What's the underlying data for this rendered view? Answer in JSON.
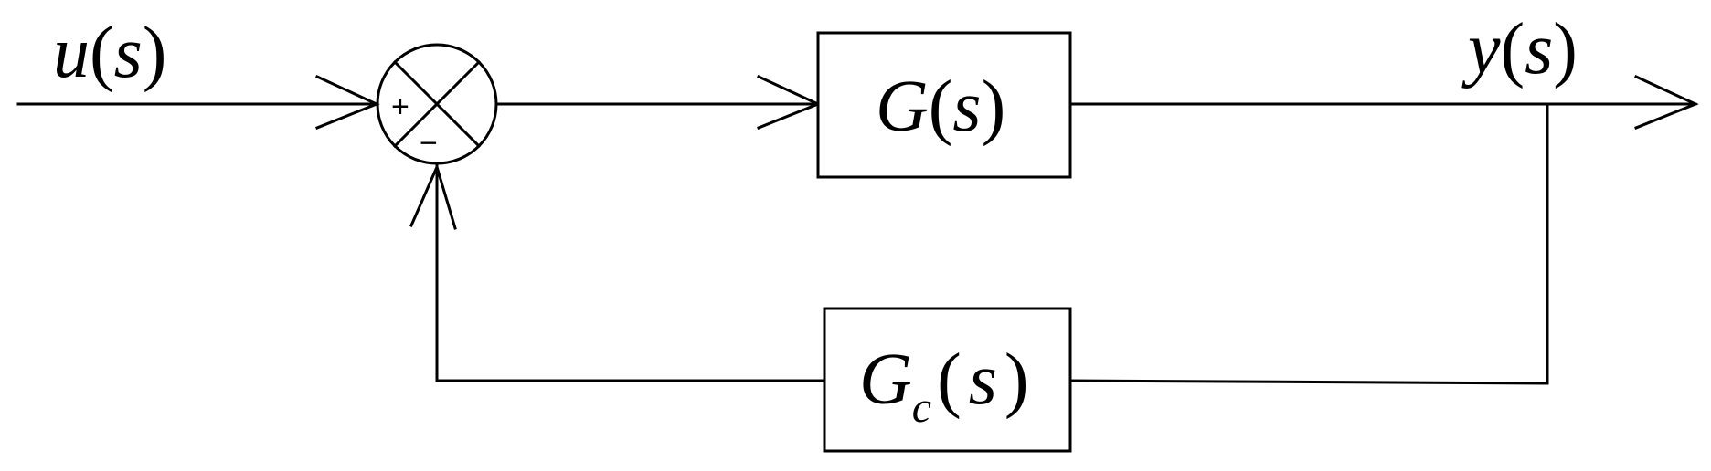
{
  "input_signal": {
    "name": "u",
    "arg": "s",
    "open": "(",
    "close": ")"
  },
  "output_signal": {
    "name": "y",
    "arg": "s",
    "open": "(",
    "close": ")"
  },
  "forward_block": {
    "name": "G",
    "arg": "s",
    "open": "(",
    "close": ")"
  },
  "feedback_block": {
    "name": "G",
    "subscript": "c",
    "arg": "s",
    "open": "(",
    "close": ")"
  },
  "summing_junction": {
    "plus_sign": "+",
    "minus_sign": "−"
  },
  "colors": {
    "stroke": "#000000",
    "background": "#ffffff"
  }
}
